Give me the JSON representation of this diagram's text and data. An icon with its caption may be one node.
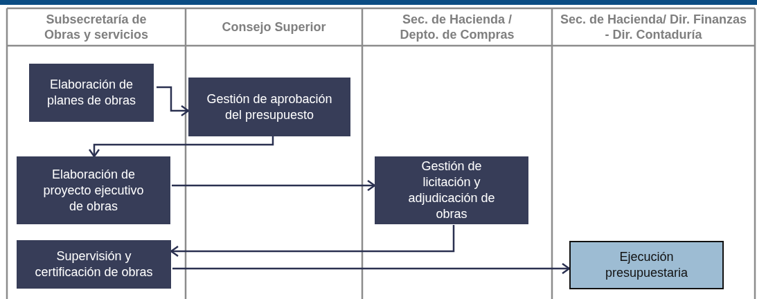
{
  "diagram": {
    "nodes": [
      {
        "text": [
          "Elaboración de planes de obras"
        ]
      },
      {
        "text": [
          "Gestión de aprobación del presupuesto"
        ]
      },
      {
        "text": [
          "Elaboración de proyecto ejecutivo de  obras"
        ]
      },
      {
        "text": [
          "Gestión de licitación y adjudicación de obras"
        ]
      },
      {
        "text": [
          "Supervisión y certificación de obras"
        ]
      },
      {
        "text": [
          "Ejecución presupuestaria"
        ]
      }
    ],
    "edges": [
      {
        "from": 0,
        "to": 1,
        "arrow": "to"
      },
      {
        "from": 1,
        "to": 2,
        "arrow": "to"
      },
      {
        "from": 2,
        "to": 3,
        "arrow": "to"
      },
      {
        "from": 3,
        "to": 4,
        "arrow": "to"
      },
      {
        "from": 4,
        "to": 5,
        "arrow": "to"
      }
    ],
    "labels": [
      "Subsecretaría de Obras y servicios",
      "Consejo Superior",
      "Sec. de Hacienda / Depto. de Compras",
      "Sec. de Hacienda/ Dir. Finanzas - Dir. Contaduría"
    ]
  }
}
